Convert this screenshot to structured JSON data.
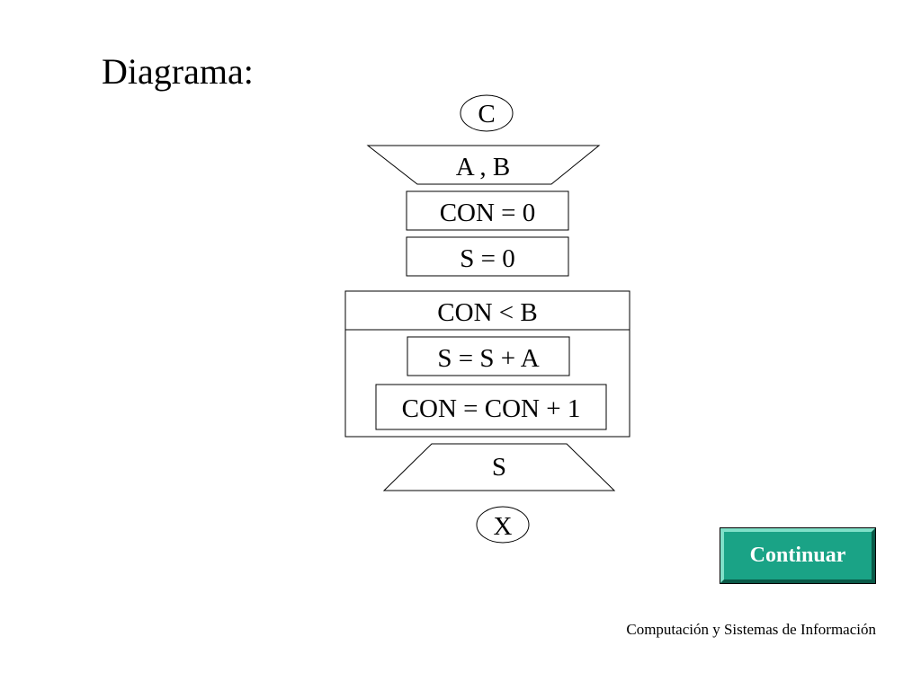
{
  "slide": {
    "title": "Diagrama:",
    "footer": "Computación y Sistemas de Información"
  },
  "diagram": {
    "start_connector": "C",
    "input": "A , B",
    "init_con": "CON = 0",
    "init_s": "S = 0",
    "loop_condition": "CON < B",
    "loop_step_sum": "S = S + A",
    "loop_step_increment": "CON = CON + 1",
    "output": "S",
    "end_connector": "X"
  },
  "controls": {
    "continue_label": "Continuar",
    "continue_color": "#1aa386"
  }
}
